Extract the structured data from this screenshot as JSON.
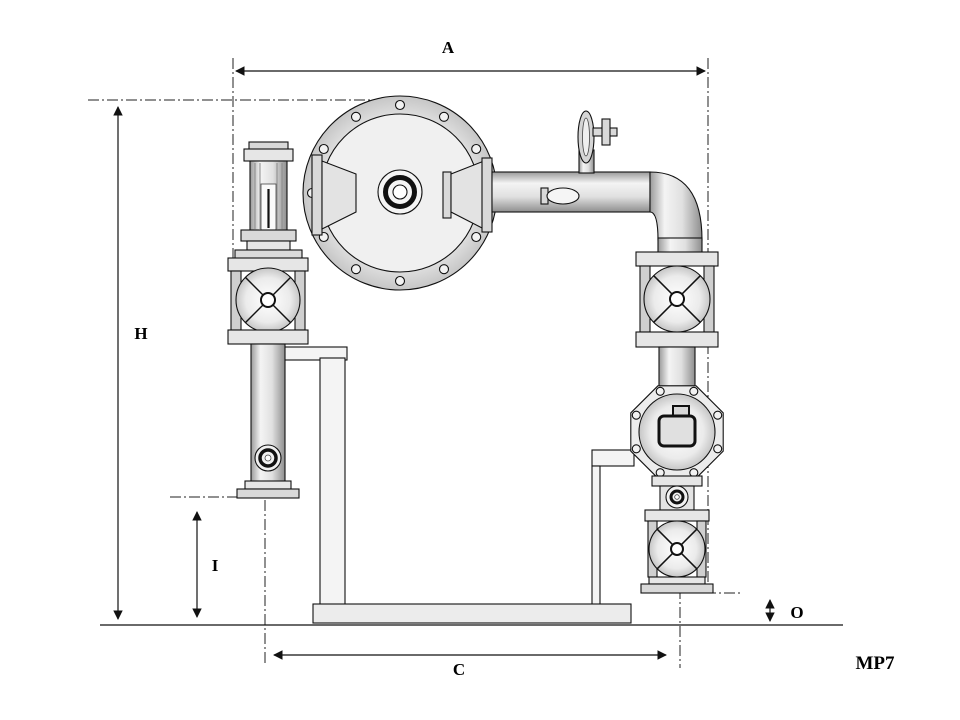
{
  "diagram": {
    "model_label": "MP7",
    "dimensions": {
      "a": "A",
      "h": "H",
      "i": "I",
      "c": "C",
      "o": "O"
    }
  }
}
